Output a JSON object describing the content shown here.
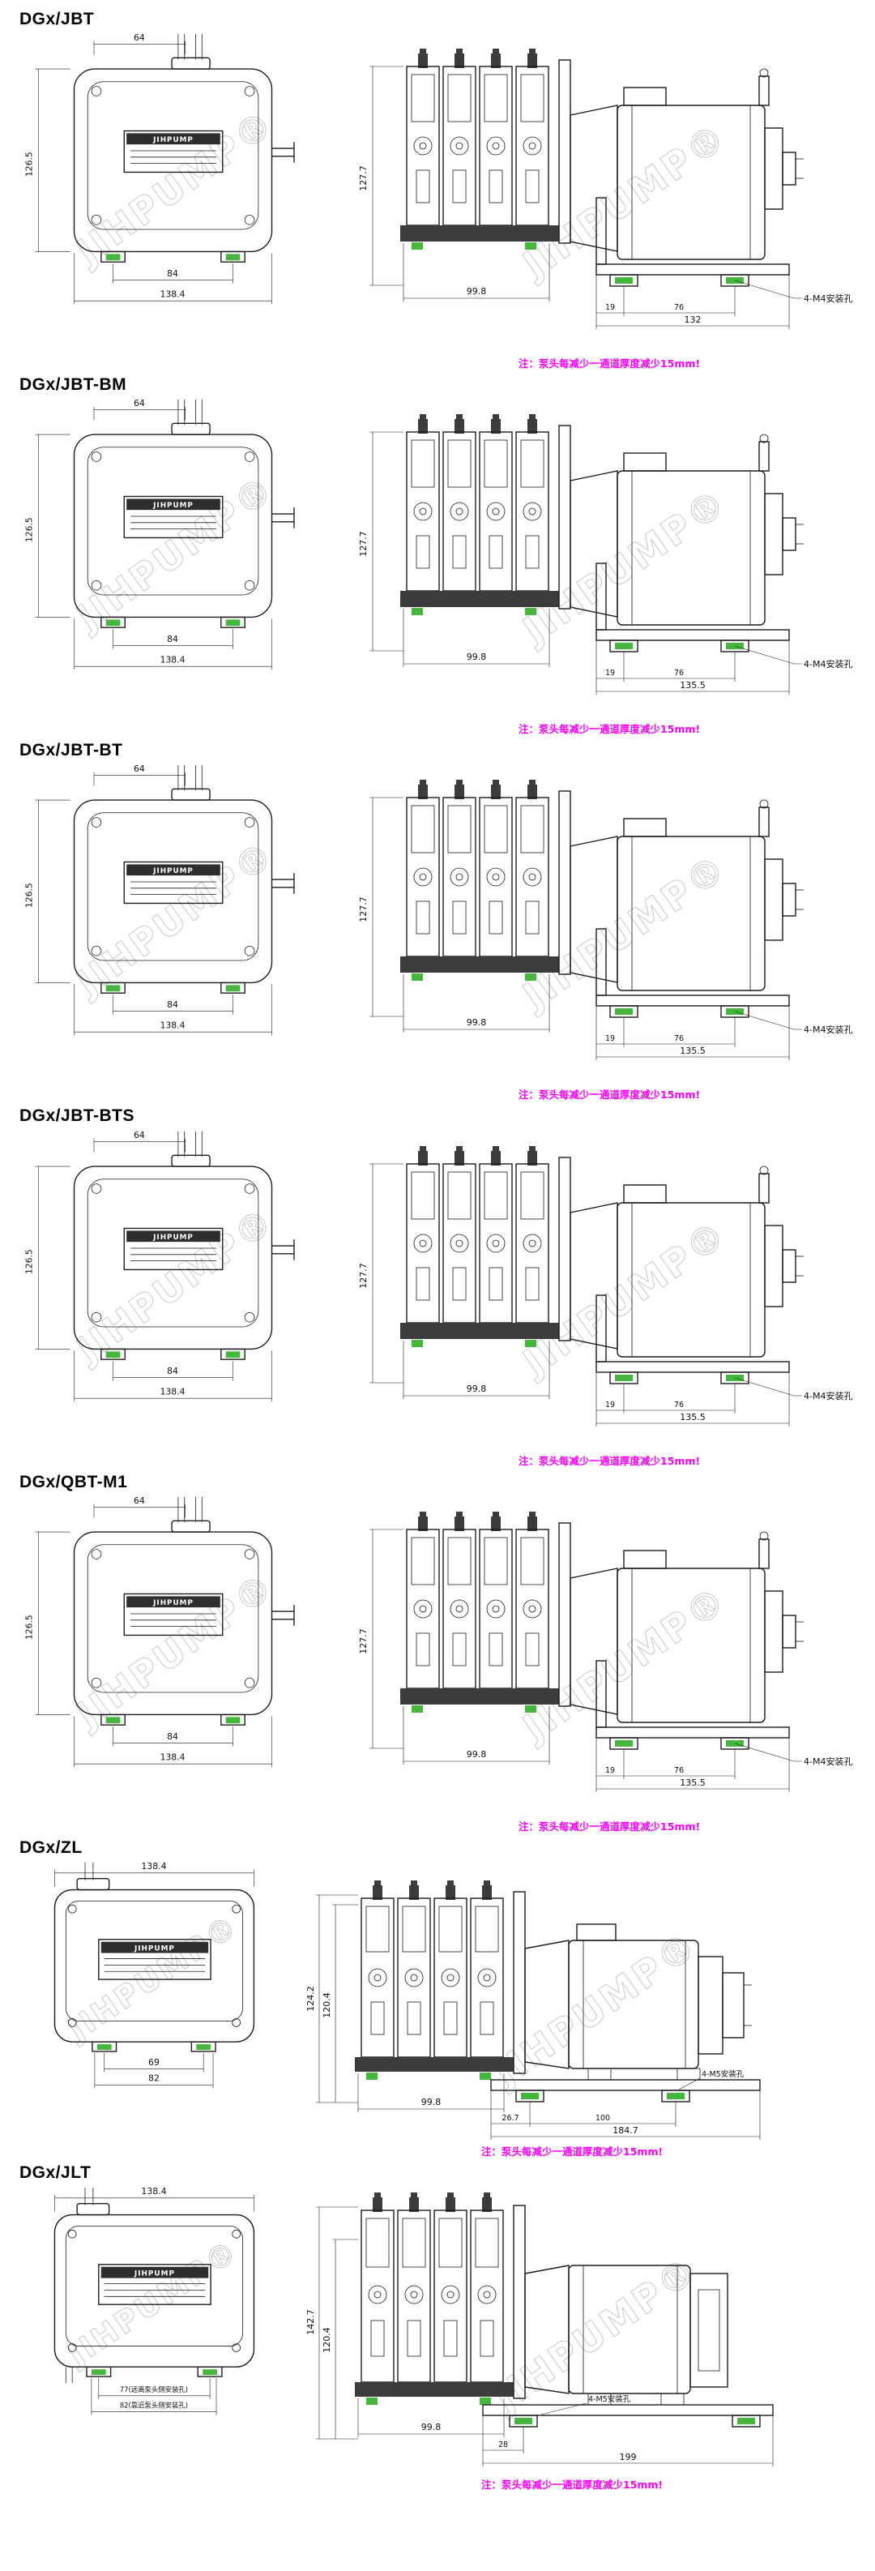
{
  "page": {
    "background": "#ffffff",
    "line_color": "#1c1c1c",
    "note_color": "#ff00ff",
    "accent_green": "#44b73c",
    "watermark_color": "#c9c9c9",
    "watermark_text": "JIHPUMP®",
    "brand": "JIHPUMP"
  },
  "sections": [
    {
      "id": "jbt",
      "template": "a",
      "title": "DGx/JBT",
      "front": {
        "dim_top": "64",
        "dim_left": "126.5",
        "dim_bottom_inner": "84",
        "dim_bottom_outer": "138.4"
      },
      "side": {
        "dim_left": "127.7",
        "dim_head": "99.8",
        "dim_a": "19",
        "dim_b": "76",
        "dim_total": "132",
        "mount_label": "4-M4安装孔"
      },
      "note": "注：泵头每减少一通道厚度减少15mm!"
    },
    {
      "id": "jbt-bm",
      "template": "a",
      "title": "DGx/JBT-BM",
      "front": {
        "dim_top": "64",
        "dim_left": "126.5",
        "dim_bottom_inner": "84",
        "dim_bottom_outer": "138.4"
      },
      "side": {
        "dim_left": "127.7",
        "dim_head": "99.8",
        "dim_a": "19",
        "dim_b": "76",
        "dim_total": "135.5",
        "mount_label": "4-M4安装孔"
      },
      "note": "注：泵头每减少一通道厚度减少15mm!"
    },
    {
      "id": "jbt-bt",
      "template": "a",
      "title": "DGx/JBT-BT",
      "front": {
        "dim_top": "64",
        "dim_left": "126.5",
        "dim_bottom_inner": "84",
        "dim_bottom_outer": "138.4"
      },
      "side": {
        "dim_left": "127.7",
        "dim_head": "99.8",
        "dim_a": "19",
        "dim_b": "76",
        "dim_total": "135.5",
        "mount_label": "4-M4安装孔"
      },
      "note": "注：泵头每减少一通道厚度减少15mm!"
    },
    {
      "id": "jbt-bts",
      "template": "a",
      "title": "DGx/JBT-BTS",
      "front": {
        "dim_top": "64",
        "dim_left": "126.5",
        "dim_bottom_inner": "84",
        "dim_bottom_outer": "138.4"
      },
      "side": {
        "dim_left": "127.7",
        "dim_head": "99.8",
        "dim_a": "19",
        "dim_b": "76",
        "dim_total": "135.5",
        "mount_label": "4-M4安装孔"
      },
      "note": "注：泵头每减少一通道厚度减少15mm!"
    },
    {
      "id": "qbt-m1",
      "template": "a",
      "title": "DGx/QBT-M1",
      "front": {
        "dim_top": "64",
        "dim_left": "126.5",
        "dim_bottom_inner": "84",
        "dim_bottom_outer": "138.4"
      },
      "side": {
        "dim_left": "127.7",
        "dim_head": "99.8",
        "dim_a": "19",
        "dim_b": "76",
        "dim_total": "135.5",
        "mount_label": "4-M4安装孔"
      },
      "note": "注：泵头每减少一通道厚度减少15mm!"
    },
    {
      "id": "zl",
      "template": "zl",
      "title": "DGx/ZL",
      "front": {
        "dim_top": "138.4",
        "dim_bottom_inner": "69",
        "dim_bottom_outer": "82"
      },
      "side": {
        "dim_left_outer": "124.2",
        "dim_left_inner": "120.4",
        "dim_head": "99.8",
        "dim_a": "26.7",
        "dim_b": "100",
        "dim_total": "184.7",
        "mount_label": "4-M5安装孔"
      },
      "note": "注：泵头每减少一通道厚度减少15mm!"
    },
    {
      "id": "jlt",
      "template": "jlt",
      "title": "DGx/JLT",
      "front": {
        "dim_top": "138.4",
        "dim_bottom_inner": "77(远离泵头侧安装孔)",
        "dim_bottom_outer": "82(靠近泵头侧安装孔)"
      },
      "side": {
        "dim_left_outer": "142.7",
        "dim_left_inner": "120.4",
        "dim_head": "99.8",
        "dim_a": "28",
        "dim_total": "199",
        "mount_label": "4-M5安装孔"
      },
      "note": "注：泵头每减少一通道厚度减少15mm!"
    }
  ]
}
